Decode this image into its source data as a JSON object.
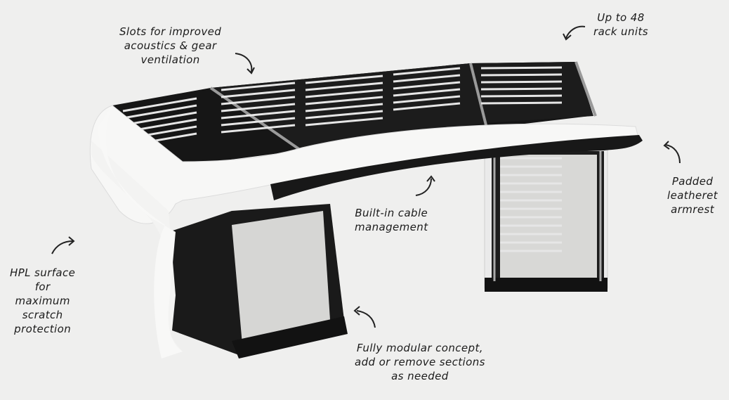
{
  "annotations": {
    "slots": [
      "Slots for improved",
      "acoustics & gear",
      "ventilation"
    ],
    "rack_units": [
      "Up to 48",
      "rack units"
    ],
    "armrest": [
      "Padded",
      "leatheret",
      "armrest"
    ],
    "cable": [
      "Built-in cable",
      "management"
    ],
    "hpl": [
      "HPL surface",
      "for",
      "maximum",
      "scratch",
      "protection"
    ],
    "modular": [
      "Fully modular concept,",
      "add or remove sections",
      "as needed"
    ]
  },
  "colors": {
    "background": "#efefee",
    "desk_white": "#f6f6f5",
    "panel_black": "#1a1a1a",
    "trim_grey": "#9a9a9a"
  }
}
